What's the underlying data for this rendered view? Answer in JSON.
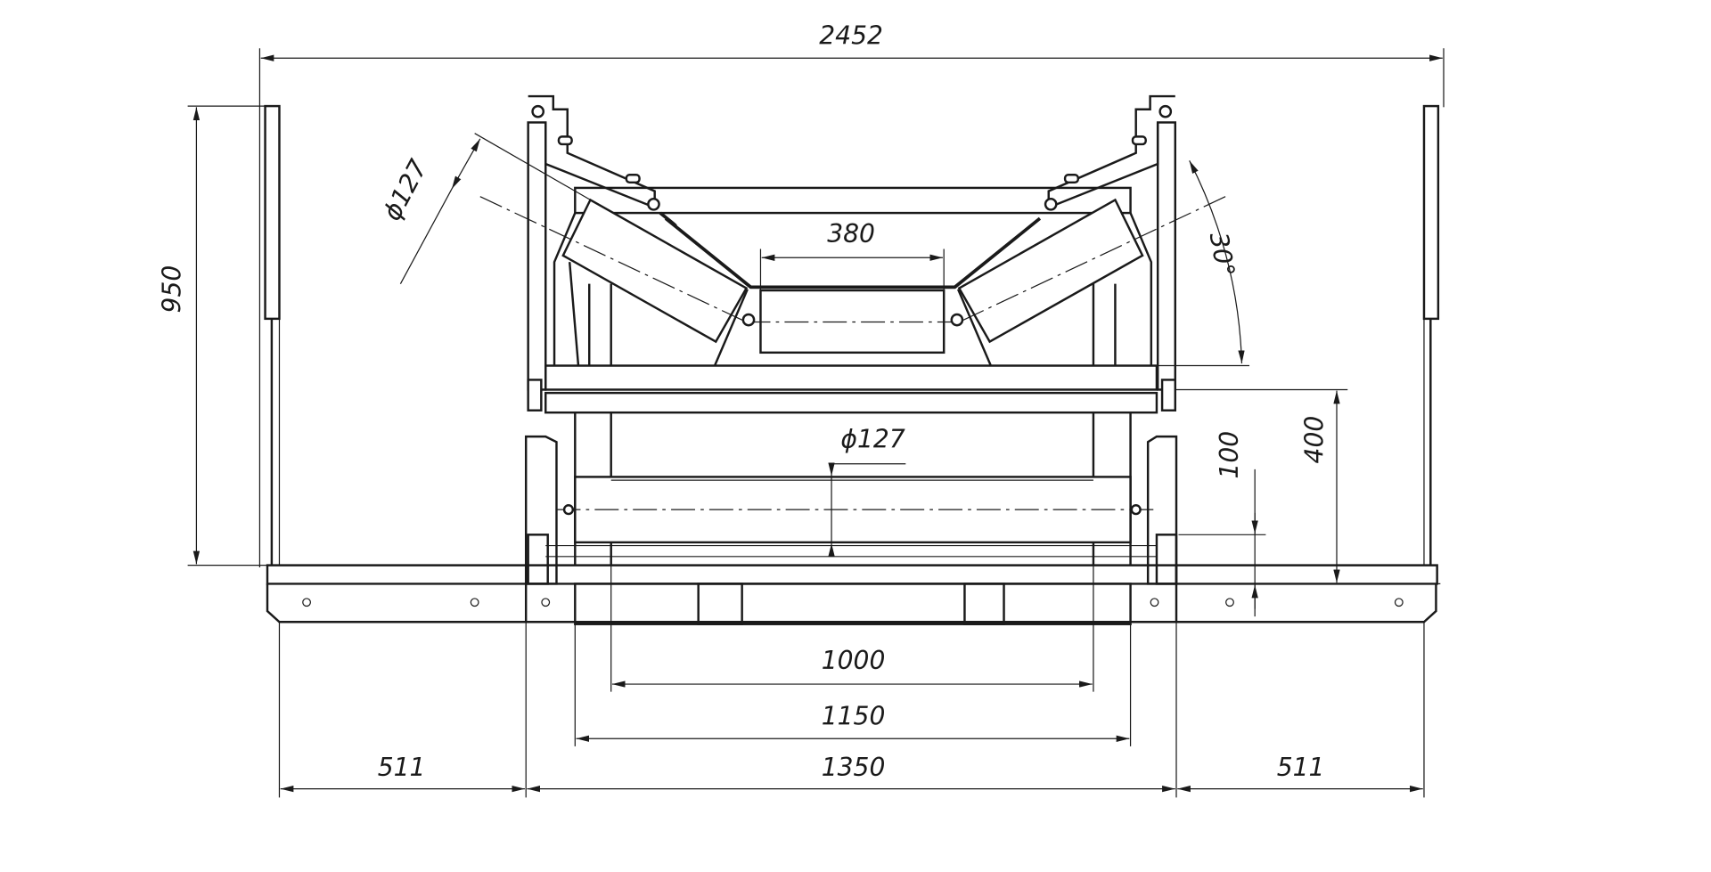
{
  "drawing": {
    "title": "Troughed belt conveyor idler set – front view",
    "dimensions": {
      "overall_width": "2452",
      "height": "950",
      "roller_diameter_upper": "ϕ127",
      "center_roller_length": "380",
      "trough_angle": "30°",
      "roller_diameter_return": "ϕ127",
      "upper_height": "400",
      "return_height": "100",
      "return_roller_length": "1000",
      "return_frame_width": "1150",
      "frame_width": "1350",
      "left_outrigger": "511",
      "right_outrigger": "511"
    }
  }
}
